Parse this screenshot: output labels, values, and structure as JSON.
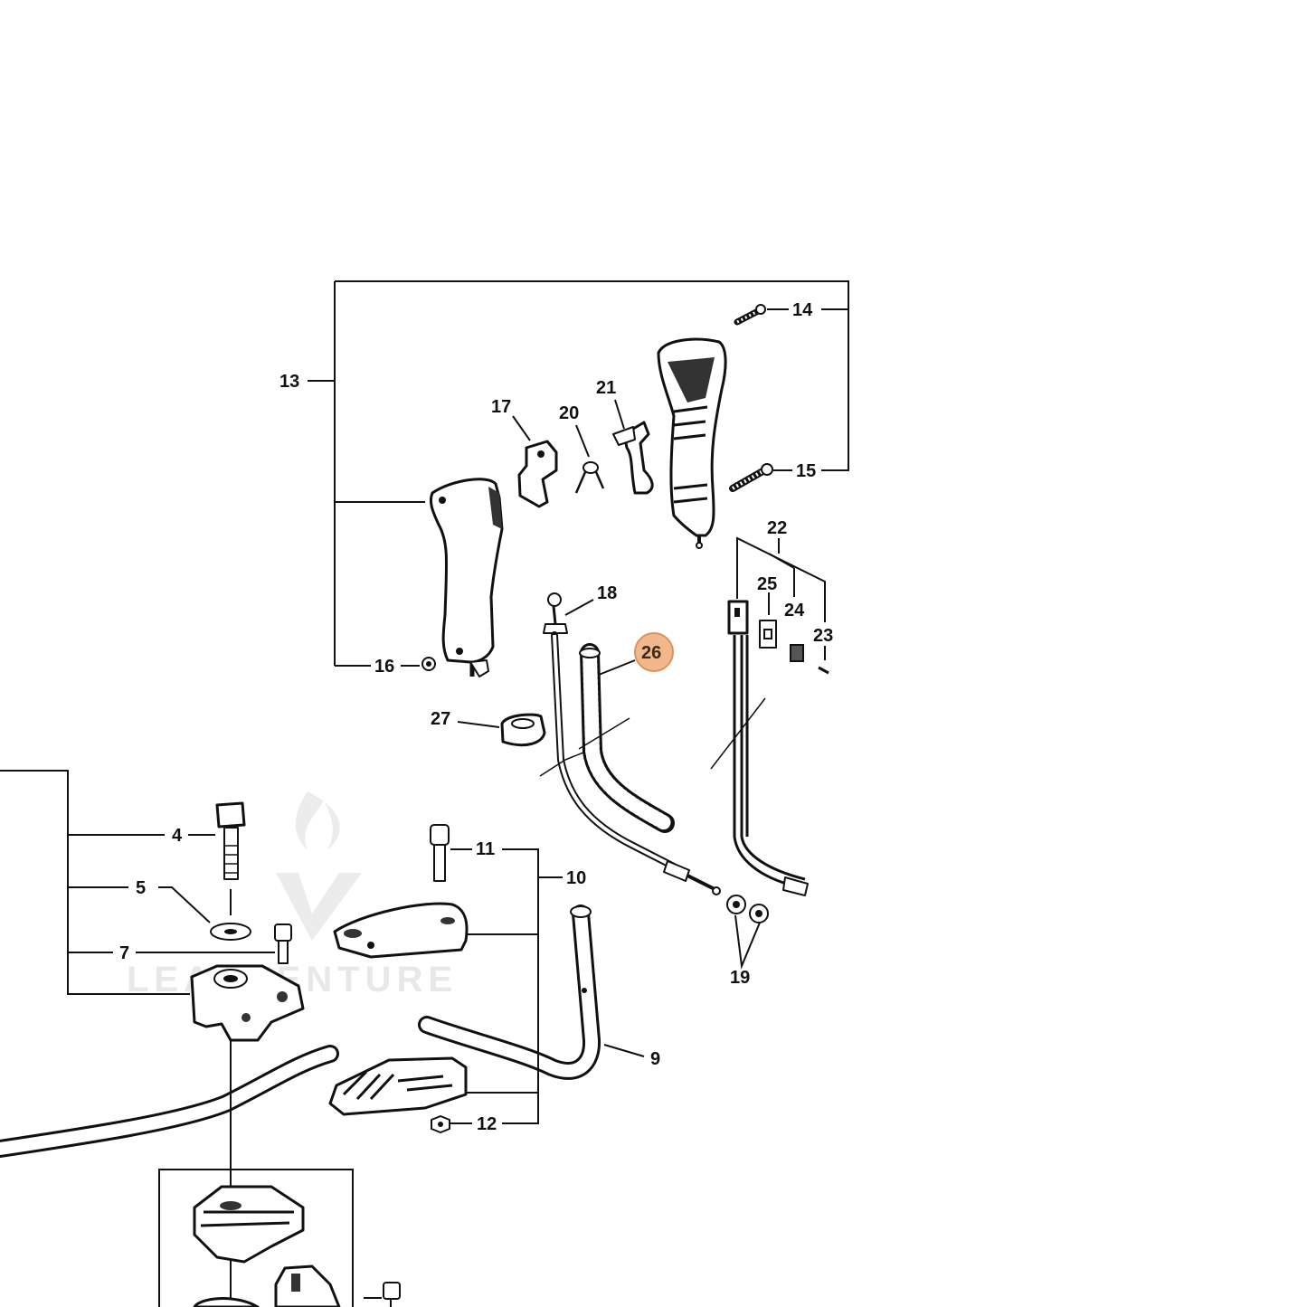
{
  "diagram": {
    "highlight_color": "#f2b88c",
    "highlighted_part": "26",
    "part_labels": [
      "4",
      "5",
      "7",
      "9",
      "10",
      "11",
      "12",
      "13",
      "14",
      "15",
      "16",
      "17",
      "18",
      "19",
      "20",
      "21",
      "22",
      "23",
      "24",
      "25",
      "26",
      "27"
    ],
    "watermark": "LEADVENTURE"
  }
}
